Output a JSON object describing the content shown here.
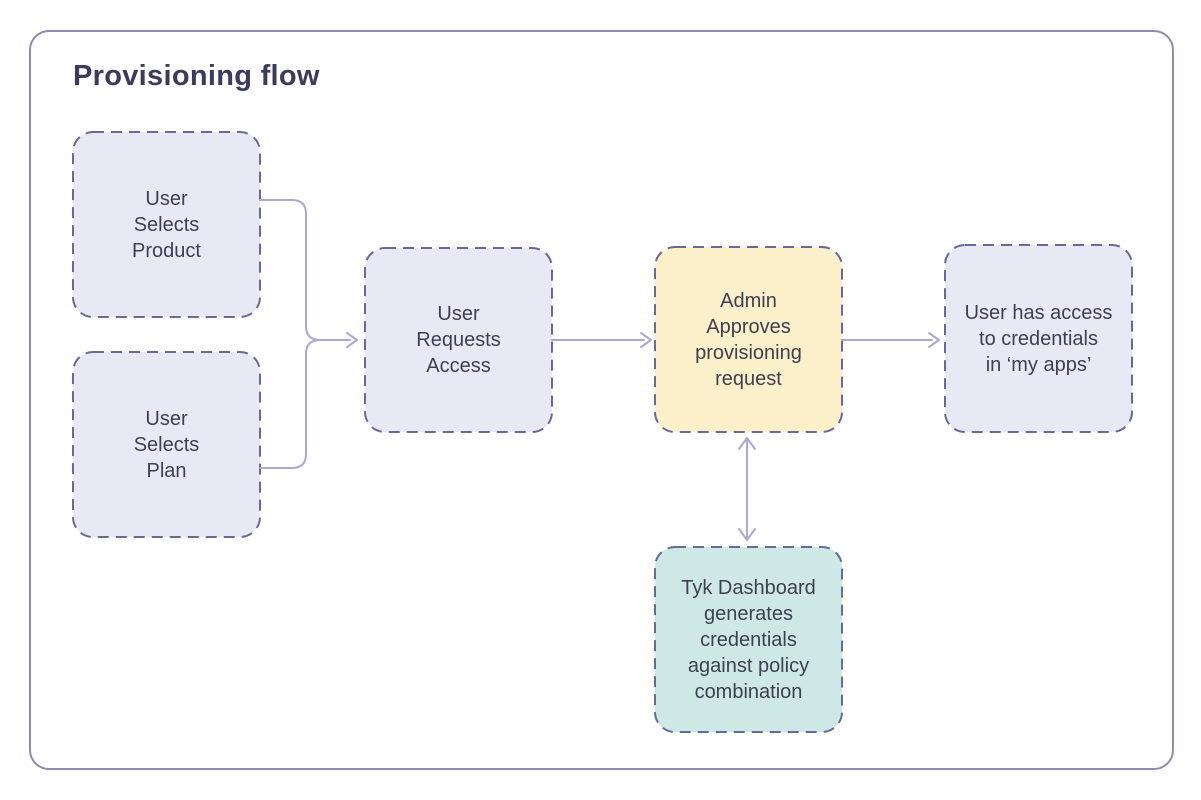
{
  "diagram": {
    "title": "Provisioning flow",
    "nodes": [
      {
        "id": "user-selects-product",
        "label": "User\nSelects\nProduct",
        "fill": "#E9E9F5"
      },
      {
        "id": "user-selects-plan",
        "label": "User\nSelects\nPlan",
        "fill": "#E9E9F5"
      },
      {
        "id": "user-requests-access",
        "label": "User\nRequests\nAccess",
        "fill": "#E9E9F5"
      },
      {
        "id": "admin-approves",
        "label": "Admin\nApproves\nprovisioning\nrequest",
        "fill": "#FBF0C9"
      },
      {
        "id": "user-has-access",
        "label": "User has access\nto credentials\nin ‘my apps’",
        "fill": "#E9E9F5"
      },
      {
        "id": "tyk-dashboard",
        "label": "Tyk Dashboard\ngenerates\ncredentials\nagainst policy\ncombination",
        "fill": "#CEE9E5"
      }
    ],
    "edges": [
      {
        "from": "user-selects-product",
        "to": "user-requests-access",
        "style": "merged-elbow-arrow"
      },
      {
        "from": "user-selects-plan",
        "to": "user-requests-access",
        "style": "merged-elbow-arrow"
      },
      {
        "from": "user-requests-access",
        "to": "admin-approves",
        "style": "arrow"
      },
      {
        "from": "admin-approves",
        "to": "user-has-access",
        "style": "arrow"
      },
      {
        "from": "admin-approves",
        "to": "tyk-dashboard",
        "style": "double-headed-arrow"
      }
    ],
    "colors": {
      "frame_border": "#8D8DB3",
      "node_border": "#686899",
      "node_fill_lavender": "#E9E9F5",
      "node_fill_yellow": "#FBF0C9",
      "node_fill_teal": "#CEE9E5",
      "connector": "#A9A9D4",
      "node_text": "#3F3F52",
      "title_text": "#3B3B5E",
      "background": "#FFFFFF"
    }
  }
}
